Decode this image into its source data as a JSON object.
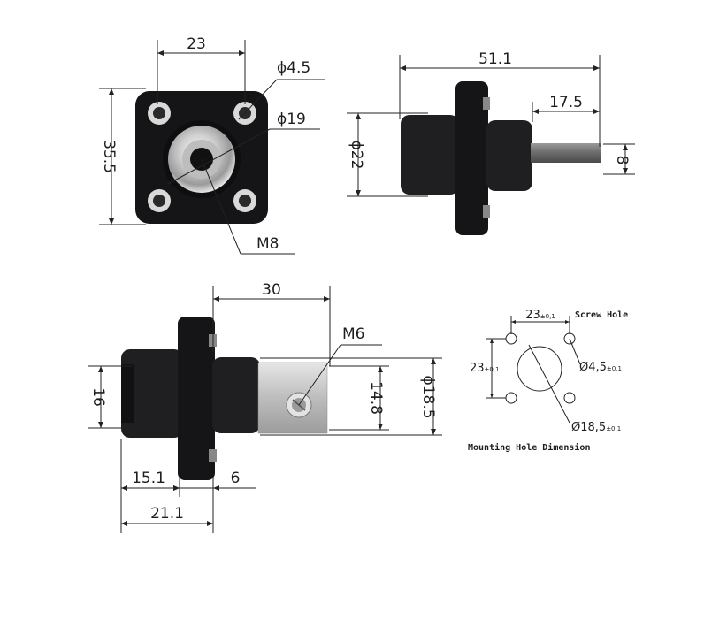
{
  "front_view": {
    "width": "23",
    "height": "35.5",
    "hole_dia": "ϕ4.5",
    "socket_dia": "ϕ19",
    "thread": "M8"
  },
  "side_view": {
    "length": "51.1",
    "pin_length": "17.5",
    "dia": "ϕ22",
    "pin_thickness": "8"
  },
  "bottom_view": {
    "length": "30",
    "thread": "M6",
    "height_16": "16",
    "tab_height": "14.8",
    "dia": "ϕ18.5",
    "len_15_1": "15.1",
    "len_6": "6",
    "len_21_1": "21.1"
  },
  "mounting": {
    "spacing_x": "23",
    "spacing_x_tol": "±0,1",
    "spacing_y": "23",
    "spacing_y_tol": "±0,1",
    "hole_dia": "Ø4,5",
    "hole_dia_tol": "±0,1",
    "center_dia": "Ø18,5",
    "center_dia_tol": "±0,1",
    "screw_hole_label": "Screw Hole",
    "caption": "Mounting Hole Dimension"
  }
}
